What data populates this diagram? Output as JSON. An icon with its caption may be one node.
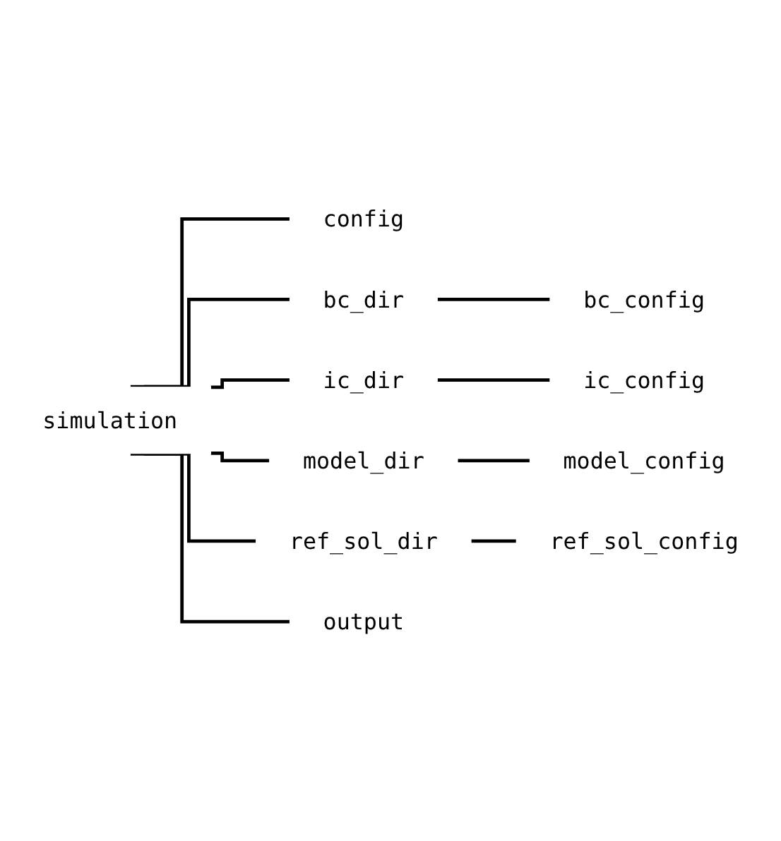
{
  "diagram": {
    "nodes": [
      {
        "text": [
          "simulation"
        ]
      },
      {
        "text": [
          "config"
        ]
      },
      {
        "text": [
          "bc_dir"
        ]
      },
      {
        "text": [
          "bc_config"
        ]
      },
      {
        "text": [
          "ic_dir"
        ]
      },
      {
        "text": [
          "ic_config"
        ]
      },
      {
        "text": [
          "model_dir"
        ]
      },
      {
        "text": [
          "model_config"
        ]
      },
      {
        "text": [
          "ref_sol_dir"
        ]
      },
      {
        "text": [
          "ref_sol_config"
        ]
      },
      {
        "text": [
          "output"
        ]
      }
    ],
    "edges": [
      {
        "from": 0,
        "to": 1,
        "arrow": "none"
      },
      {
        "from": 0,
        "to": 2,
        "arrow": "none"
      },
      {
        "from": 2,
        "to": 3,
        "arrow": "none"
      },
      {
        "from": 0,
        "to": 4,
        "arrow": "none"
      },
      {
        "from": 4,
        "to": 5,
        "arrow": "none"
      },
      {
        "from": 0,
        "to": 6,
        "arrow": "none"
      },
      {
        "from": 6,
        "to": 7,
        "arrow": "none"
      },
      {
        "from": 0,
        "to": 8,
        "arrow": "none"
      },
      {
        "from": 8,
        "to": 9,
        "arrow": "none"
      },
      {
        "from": 0,
        "to": 10,
        "arrow": "none"
      }
    ]
  }
}
